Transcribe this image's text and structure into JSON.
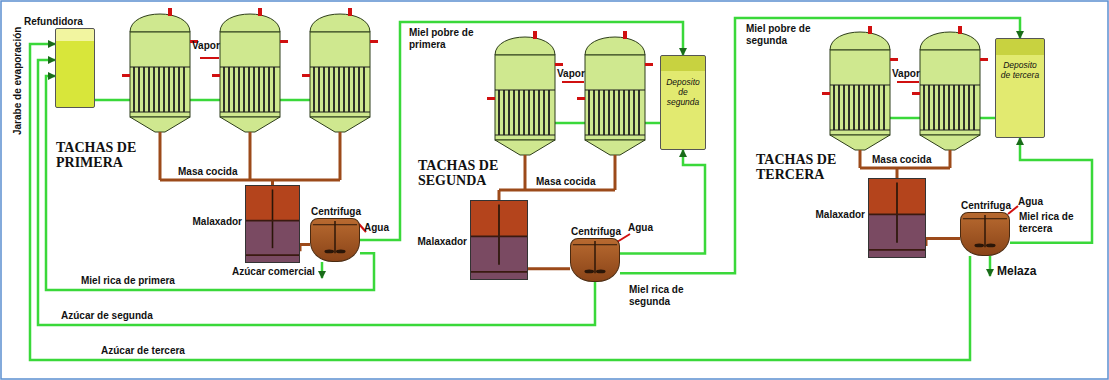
{
  "diagram": {
    "nodes": [
      {
        "text": [
          "Refundidora"
        ]
      },
      {
        "text": [
          "Malaxador"
        ]
      },
      {
        "text": [
          "Centrifuga"
        ]
      },
      {
        "text": [
          "Deposito de segunda"
        ]
      },
      {
        "text": [
          "Malaxador"
        ]
      },
      {
        "text": [
          "Centrifuga"
        ]
      },
      {
        "text": [
          "Deposito de tercera"
        ]
      },
      {
        "text": [
          "Malaxador"
        ]
      },
      {
        "text": [
          "Centrifuga"
        ]
      }
    ],
    "edges": [
      {
        "from": 1,
        "to": 2,
        "arrow": "none"
      },
      {
        "from": 4,
        "to": 5,
        "arrow": "none"
      },
      {
        "from": 7,
        "to": 8,
        "arrow": "none"
      },
      {
        "from": 2,
        "to": 3,
        "label": "Miel pobre de primera",
        "arrow": "to"
      },
      {
        "from": 2,
        "to": 0,
        "label": "Miel rica de primera",
        "arrow": "to"
      },
      {
        "from": 5,
        "to": 0,
        "label": "Azúcar de segunda",
        "arrow": "to"
      },
      {
        "from": 8,
        "to": 0,
        "label": "Azúcar de tercera",
        "arrow": "to"
      },
      {
        "from": 5,
        "to": 6,
        "label": "Miel pobre de segunda",
        "arrow": "to"
      },
      {
        "from": 5,
        "to": 3,
        "label": "Miel rica de segunda",
        "arrow": "to"
      },
      {
        "from": 8,
        "to": 6,
        "label": "Miel rica de tercera",
        "arrow": "to"
      }
    ],
    "labels": [
      "Jarabe de evaporación",
      "TACHAS DE PRIMERA",
      "Vapor",
      "Masa cocida",
      "Agua",
      "Azúcar comercial",
      "TACHAS DE SEGUNDA",
      "Vapor",
      "Masa cocida",
      "Agua",
      "TACHAS DE TERCERA",
      "Vapor",
      "Masa cocida",
      "Agua",
      "Melaza"
    ]
  }
}
